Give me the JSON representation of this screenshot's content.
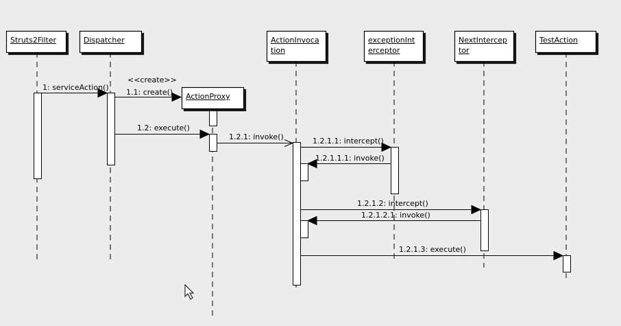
{
  "diagram": {
    "objects": [
      {
        "id": "struts2filter",
        "name": "Struts2Filter"
      },
      {
        "id": "dispatcher",
        "name": "Dispatcher"
      },
      {
        "id": "actionproxy",
        "name": "ActionProxy"
      },
      {
        "id": "actioninvocation",
        "name": "ActionInvoca tion"
      },
      {
        "id": "exceptioninterceptor",
        "name": "exceptionInt erceptor"
      },
      {
        "id": "nextinterceptor",
        "name": "NextIntercep tor"
      },
      {
        "id": "testaction",
        "name": "TestAction"
      }
    ],
    "stereotype": "<<create>>",
    "messages": [
      {
        "id": "m1",
        "label": "1: serviceAction()",
        "kind": "sync"
      },
      {
        "id": "m2",
        "label": "1.1: create()",
        "kind": "sync"
      },
      {
        "id": "m3",
        "label": "1.2: execute()",
        "kind": "sync"
      },
      {
        "id": "m4",
        "label": "1.2.1: invoke()",
        "kind": "open"
      },
      {
        "id": "m5",
        "label": "1.2.1.1: intercept()",
        "kind": "sync"
      },
      {
        "id": "m6",
        "label": "1.2.1.1.1: invoke()",
        "kind": "sync"
      },
      {
        "id": "m7",
        "label": "1.2.1.2: intercept()",
        "kind": "sync"
      },
      {
        "id": "m8",
        "label": "1.2.1.2.1: invoke()",
        "kind": "sync"
      },
      {
        "id": "m9",
        "label": "1.2.1.3: execute()",
        "kind": "sync"
      }
    ]
  },
  "colors": {
    "background": "#ececec",
    "box_fill": "#ffffff",
    "line": "#000000"
  },
  "icons": {
    "cursor": "mouse-pointer-icon"
  }
}
